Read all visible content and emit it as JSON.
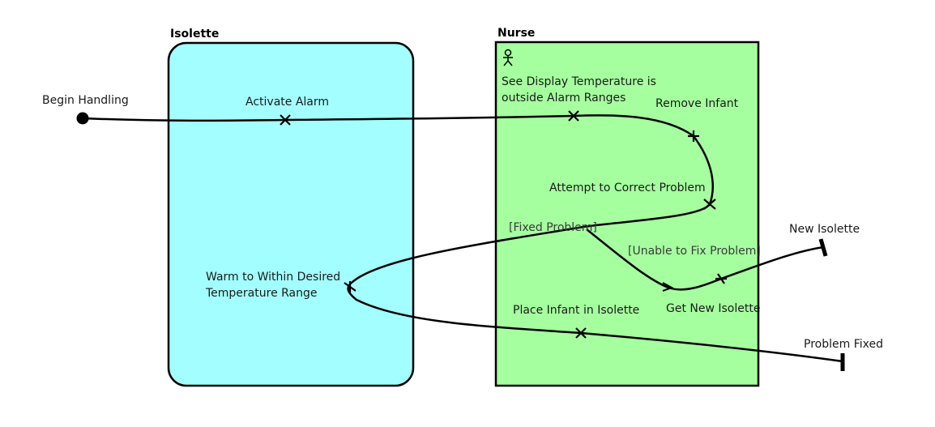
{
  "diagram": {
    "lanes": {
      "isolette": {
        "title": "Isolette",
        "fill": "#a3ffff"
      },
      "nurse": {
        "title": "Nurse",
        "fill": "#a5ff9f",
        "icon": "stick-figure-actor-icon"
      }
    },
    "start_label": "Begin Handling",
    "responsibilities": {
      "activate_alarm": "Activate Alarm",
      "see_display_line1": "See Display Temperature is",
      "see_display_line2": "outside Alarm Ranges",
      "remove_infant": "Remove Infant",
      "attempt_correct": "Attempt to Correct Problem",
      "warm_line1": "Warm to Within Desired",
      "warm_line2": "Temperature Range",
      "place_infant": "Place Infant in Isolette",
      "get_new_isolette": "Get New Isolette"
    },
    "guards": {
      "fixed": "[Fixed Problem]",
      "unable": "[Unable to Fix Problem]"
    },
    "ends": {
      "new_isolette": "New Isolette",
      "problem_fixed": "Problem Fixed"
    },
    "stroke_color": "#000000"
  }
}
